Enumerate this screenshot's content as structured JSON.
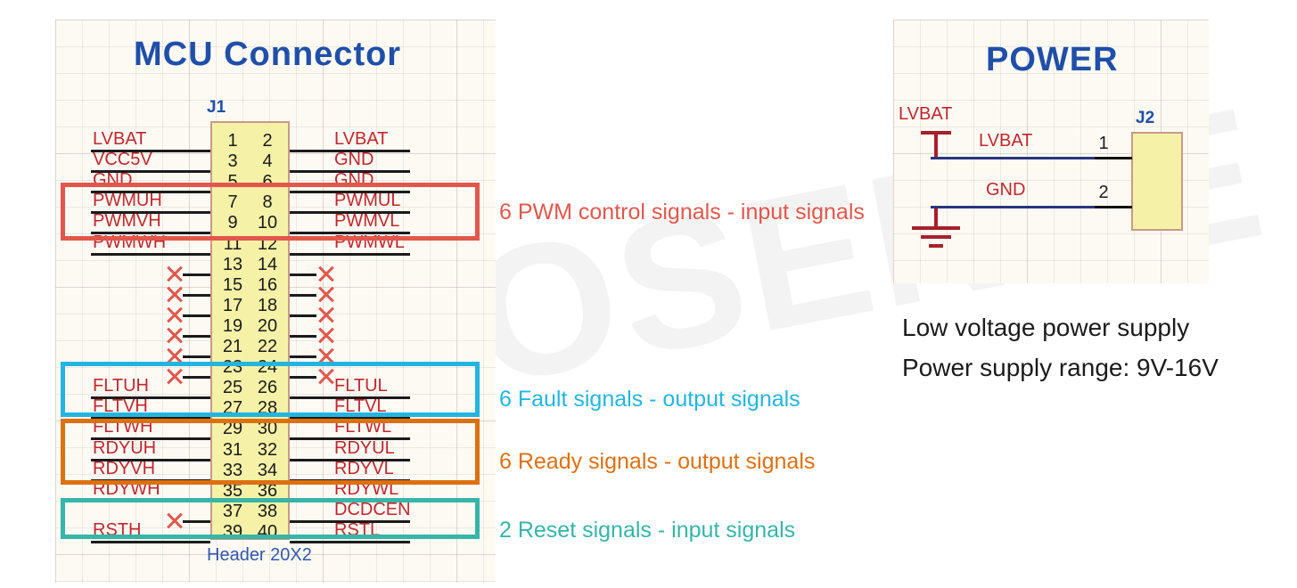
{
  "watermark_text": "NOVOSENSE",
  "mcu": {
    "title": "MCU   Connector",
    "refdes": "J1",
    "footer": "Header 20X2",
    "rows": [
      {
        "left": "LVBAT",
        "lpin": "1",
        "rpin": "2",
        "right": "LVBAT"
      },
      {
        "left": "VCC5V",
        "lpin": "3",
        "rpin": "4",
        "right": "GND"
      },
      {
        "left": "GND",
        "lpin": "5",
        "rpin": "6",
        "right": "GND"
      },
      {
        "left": "PWMUH",
        "lpin": "7",
        "rpin": "8",
        "right": "PWMUL"
      },
      {
        "left": "PWMVH",
        "lpin": "9",
        "rpin": "10",
        "right": "PWMVL"
      },
      {
        "left": "PWMWH",
        "lpin": "11",
        "rpin": "12",
        "right": "PWMWL"
      },
      {
        "left": "",
        "lpin": "13",
        "rpin": "14",
        "right": ""
      },
      {
        "left": "",
        "lpin": "15",
        "rpin": "16",
        "right": ""
      },
      {
        "left": "",
        "lpin": "17",
        "rpin": "18",
        "right": ""
      },
      {
        "left": "",
        "lpin": "19",
        "rpin": "20",
        "right": ""
      },
      {
        "left": "",
        "lpin": "21",
        "rpin": "22",
        "right": ""
      },
      {
        "left": "",
        "lpin": "23",
        "rpin": "24",
        "right": ""
      },
      {
        "left": "FLTUH",
        "lpin": "25",
        "rpin": "26",
        "right": "FLTUL"
      },
      {
        "left": "FLTVH",
        "lpin": "27",
        "rpin": "28",
        "right": "FLTVL"
      },
      {
        "left": "FLTWH",
        "lpin": "29",
        "rpin": "30",
        "right": "FLTWL"
      },
      {
        "left": "RDYUH",
        "lpin": "31",
        "rpin": "32",
        "right": "RDYUL"
      },
      {
        "left": "RDYVH",
        "lpin": "33",
        "rpin": "34",
        "right": "RDYVL"
      },
      {
        "left": "RDYWH",
        "lpin": "35",
        "rpin": "36",
        "right": "RDYWL"
      },
      {
        "left": "",
        "lpin": "37",
        "rpin": "38",
        "right": "DCDCEN"
      },
      {
        "left": "RSTH",
        "lpin": "39",
        "rpin": "40",
        "right": "RSTL"
      }
    ]
  },
  "groups": [
    {
      "label": "6 PWM control signals - input signals",
      "color": "#e2574c"
    },
    {
      "label": "6 Fault signals - output signals",
      "color": "#23b5e0"
    },
    {
      "label": "6 Ready signals - output signals",
      "color": "#dd7010"
    },
    {
      "label": "2 Reset signals - input signals",
      "color": "#36b5a8"
    }
  ],
  "power": {
    "title": "POWER",
    "refdes": "J2",
    "supply_label": "LVBAT",
    "rows": [
      {
        "net": "LVBAT",
        "pin": "1"
      },
      {
        "net": "GND",
        "pin": "2"
      }
    ],
    "notes": [
      "Low voltage power supply",
      "Power supply range: 9V-16V"
    ]
  }
}
